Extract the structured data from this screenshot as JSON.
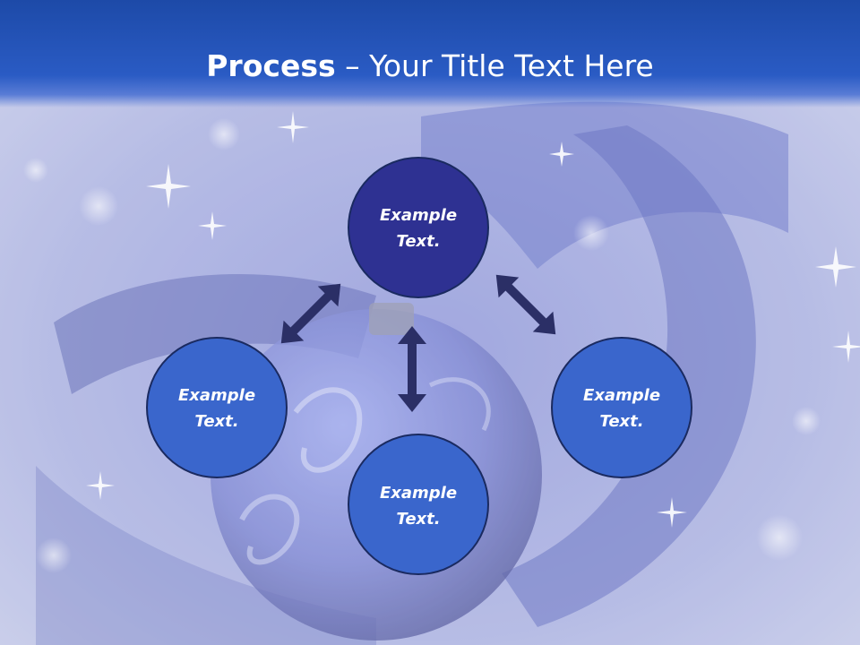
{
  "title": {
    "bold": "Process",
    "rest": " – Your Title Text Here"
  },
  "nodes": [
    {
      "id": "top",
      "line1": "Example",
      "line2": "Text."
    },
    {
      "id": "left",
      "line1": "Example",
      "line2": "Text."
    },
    {
      "id": "bottom",
      "line1": "Example",
      "line2": "Text."
    },
    {
      "id": "right",
      "line1": "Example",
      "line2": "Text."
    }
  ],
  "colors": {
    "title_bar": "#1d4aa8",
    "top_node_fill": "#2e3192",
    "node_fill": "#3a66cc",
    "node_stroke": "#1a2a60",
    "arrow": "#2b2f66"
  },
  "icons": [
    "double-arrow-icon"
  ]
}
